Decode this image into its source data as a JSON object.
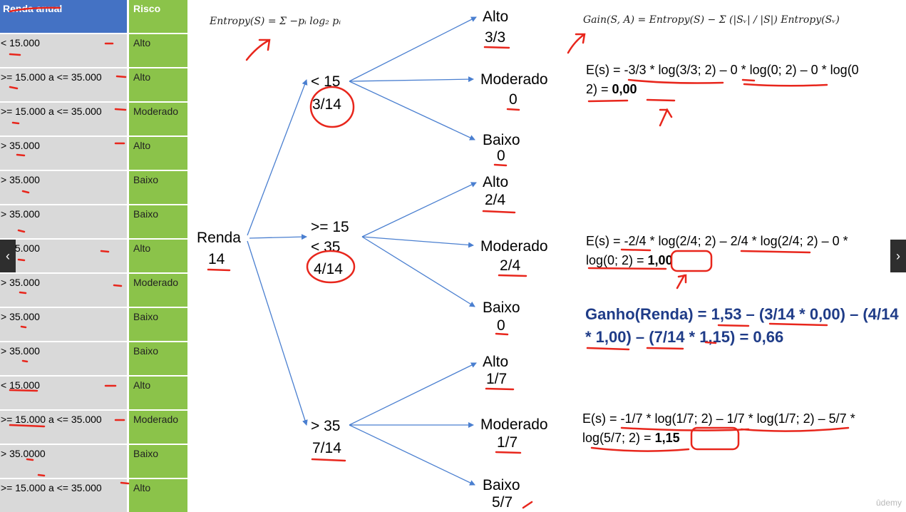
{
  "table": {
    "headers": {
      "renda": "Renda anual",
      "risco": "Risco"
    },
    "rows": [
      {
        "renda": "< 15.000",
        "risco": "Alto"
      },
      {
        "renda": ">= 15.000 a <= 35.000",
        "risco": "Alto"
      },
      {
        "renda": ">= 15.000 a <= 35.000",
        "risco": "Moderado"
      },
      {
        "renda": "> 35.000",
        "risco": "Alto"
      },
      {
        "renda": "> 35.000",
        "risco": "Baixo"
      },
      {
        "renda": "> 35.000",
        "risco": "Baixo"
      },
      {
        "renda": "< 15.000",
        "risco": "Alto"
      },
      {
        "renda": "> 35.000",
        "risco": "Moderado"
      },
      {
        "renda": "> 35.000",
        "risco": "Baixo"
      },
      {
        "renda": "> 35.000",
        "risco": "Baixo"
      },
      {
        "renda": "< 15.000",
        "risco": "Alto"
      },
      {
        "renda": ">= 15.000 a <= 35.000",
        "risco": "Moderado"
      },
      {
        "renda": "> 35.0000",
        "risco": "Baixo"
      },
      {
        "renda": ">= 15.000 a <= 35.000",
        "risco": "Alto"
      }
    ]
  },
  "formulas": {
    "entropy": "Entropy(S) = Σ −pᵢ log₂ pᵢ",
    "gain": "Gain(S, A) = Entropy(S) − Σ (|Sᵥ| / |S|) Entropy(Sᵥ)"
  },
  "tree": {
    "root": {
      "label": "Renda",
      "count": "14"
    },
    "branches": [
      {
        "label": "< 15",
        "label2": "",
        "count": "3/14",
        "leaves": [
          {
            "label": "Alto",
            "count": "3/3"
          },
          {
            "label": "Moderado",
            "count": "0"
          },
          {
            "label": "Baixo",
            "count": "0"
          }
        ],
        "calc": {
          "pre": "E(s) = -3/3 * log(3/3; 2) – 0 * log(0; 2) – 0 * log(0 2) = ",
          "result": "0,00"
        }
      },
      {
        "label": ">= 15",
        "label2": "< 35",
        "count": "4/14",
        "leaves": [
          {
            "label": "Alto",
            "count": "2/4"
          },
          {
            "label": "Moderado",
            "count": "2/4"
          },
          {
            "label": "Baixo",
            "count": "0"
          }
        ],
        "calc": {
          "pre": "E(s) = -2/4 * log(2/4; 2) – 2/4 * log(2/4; 2) – 0 * log(0; 2) = ",
          "result": "1,00"
        }
      },
      {
        "label": "> 35",
        "label2": "",
        "count": "7/14",
        "leaves": [
          {
            "label": "Alto",
            "count": "1/7"
          },
          {
            "label": "Moderado",
            "count": "1/7"
          },
          {
            "label": "Baixo",
            "count": "5/7"
          }
        ],
        "calc": {
          "pre": "E(s) = -1/7 * log(1/7; 2) – 1/7 * log(1/7; 2) – 5/7 * log(5/7; 2) = ",
          "result": "1,15"
        }
      }
    ]
  },
  "gain_text": "Ganho(Renda) = 1,53 – (3/14 * 0,00) – (4/14 * 1,00) – (7/14 * 1,15) = 0,66",
  "nav": {
    "prev": "‹",
    "next": "›"
  },
  "watermark": "ûdemy",
  "colors": {
    "header_blue": "#4472c4",
    "risk_green": "#8bc34a",
    "gain_navy": "#1f3c88",
    "annotation_red": "#e8261c",
    "arrow_blue": "#4a7fd0"
  }
}
